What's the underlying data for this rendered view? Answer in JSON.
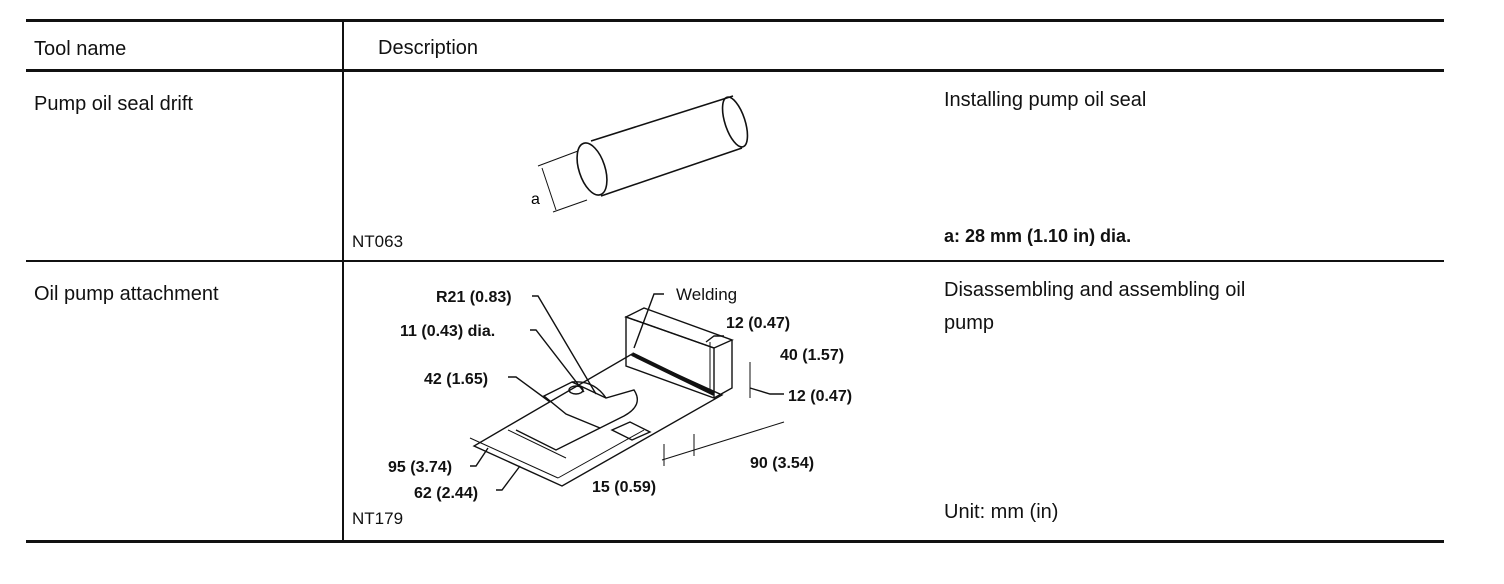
{
  "table": {
    "headers": {
      "tool_name": "Tool name",
      "description": "Description"
    },
    "rows": [
      {
        "tool_name": "Pump oil seal drift",
        "figure_code": "NT063",
        "use": "Installing pump oil seal",
        "spec": "a: 28 mm (1.10 in) dia.",
        "figure_labels": {
          "a": "a"
        }
      },
      {
        "tool_name": "Oil pump attachment",
        "figure_code": "NT179",
        "use_line1": "Disassembling and assembling oil",
        "use_line2": "pump",
        "unit": "Unit: mm (in)",
        "figure_labels": {
          "r21": "R21 (0.83)",
          "hole": "11 (0.43) dia.",
          "d42": "42 (1.65)",
          "d95": "95 (3.74)",
          "d62": "62 (2.44)",
          "d15": "15 (0.59)",
          "d90": "90 (3.54)",
          "d12_top": "12 (0.47)",
          "d40": "40 (1.57)",
          "d12_bottom": "12 (0.47)",
          "welding": "Welding"
        }
      }
    ]
  }
}
